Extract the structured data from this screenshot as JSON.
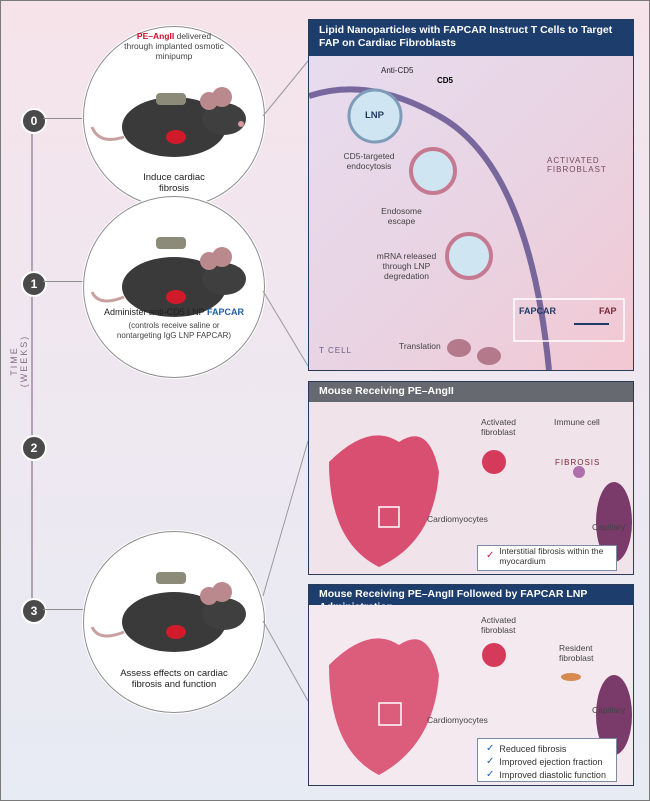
{
  "timeline": {
    "axis_label": "TIME (WEEKS)",
    "nodes": [
      "0",
      "1",
      "2",
      "3"
    ]
  },
  "step0": {
    "highlight": "PE–AngII",
    "delivery_text": "delivered through implanted osmotic minipump",
    "caption": "Induce cardiac fibrosis"
  },
  "step1": {
    "caption_main": "Administer anti-CD5 LNP",
    "caption_highlight": "FAPCAR",
    "caption_sub": "(controls receive saline or nontargeting IgG LNP FAPCAR)"
  },
  "step3": {
    "caption": "Assess effects on cardiac fibrosis and function"
  },
  "panel_top": {
    "title": "Lipid Nanoparticles with FAPCAR Instruct T Cells to Target FAP on Cardiac Fibroblasts",
    "labels": {
      "anti_cd5": "Anti-CD5",
      "cd5": "CD5",
      "lnp": "LNP",
      "endocytosis": "CD5-targeted endocytosis",
      "endosome": "Endosome escape",
      "mrna": "mRNA released through LNP degredation",
      "translation": "Translation",
      "t_cell": "T CELL",
      "activated_fibroblast": "ACTIVATED FIBROBLAST",
      "fapcar": "FAPCAR",
      "fap": "FAP"
    }
  },
  "panel_mid": {
    "title": "Mouse Receiving PE–AngII",
    "labels": {
      "activated_fibroblast": "Activated fibroblast",
      "immune_cell": "Immune cell",
      "fibrosis": "FIBROSIS",
      "cardiomyocytes": "Cardiomyocytes",
      "capillary": "Capillary"
    },
    "findings": [
      "Interstitial fibrosis within the myocardium"
    ]
  },
  "panel_bot": {
    "title": "Mouse Receiving PE–AngII Followed by FAPCAR LNP Administration",
    "labels": {
      "activated_fibroblast": "Activated fibroblast",
      "resident_fibroblast": "Resident fibroblast",
      "cardiomyocytes": "Cardiomyocytes",
      "capillary": "Capillary"
    },
    "findings": [
      "Reduced fibrosis",
      "Improved ejection fraction",
      "Improved diastolic function"
    ]
  },
  "colors": {
    "highlight_red": "#c8102e",
    "highlight_blue": "#1f5fa8",
    "panel_navy": "#1d3e6c",
    "panel_gray": "#666a70",
    "check_blue": "#1f5fa8",
    "check_red": "#b5214a"
  }
}
